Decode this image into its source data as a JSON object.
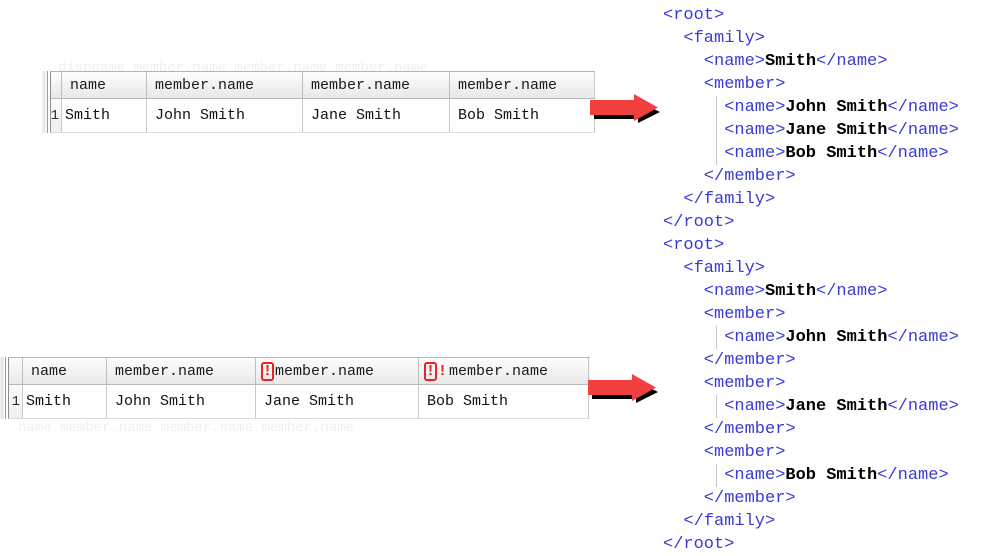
{
  "tables": [
    {
      "id": "result-grid-wrong",
      "columns": [
        "name",
        "member.name",
        "member.name",
        "member.name"
      ],
      "markers": [
        "none",
        "none",
        "none",
        "none"
      ],
      "rows": [
        {
          "num": "1",
          "cells": [
            "Smith",
            "John Smith",
            "Jane Smith",
            "Bob Smith"
          ]
        }
      ]
    },
    {
      "id": "result-grid-flagged",
      "columns": [
        "name",
        "member.name",
        "member.name",
        "member.name"
      ],
      "markers": [
        "none",
        "none",
        "single",
        "double"
      ],
      "marker_glyph": "!",
      "rows": [
        {
          "num": "1",
          "cells": [
            "Smith",
            "John Smith",
            "Jane Smith",
            "Bob Smith"
          ]
        }
      ]
    }
  ],
  "arrows": [
    {
      "name": "arrow-top",
      "color": "#f04040",
      "shadow": "#000000",
      "direction": "right"
    },
    {
      "name": "arrow-bottom",
      "color": "#f04040",
      "shadow": "#000000",
      "direction": "right"
    }
  ],
  "xml_blocks": [
    {
      "id": "xml-grouped",
      "lines": [
        {
          "indent": 0,
          "parts": [
            {
              "t": "tag",
              "v": "<root>"
            }
          ]
        },
        {
          "indent": 1,
          "parts": [
            {
              "t": "tag",
              "v": "<family>"
            }
          ]
        },
        {
          "indent": 2,
          "parts": [
            {
              "t": "tag",
              "v": "<name>"
            },
            {
              "t": "txt",
              "v": "Smith"
            },
            {
              "t": "tag",
              "v": "</name>"
            }
          ]
        },
        {
          "indent": 2,
          "parts": [
            {
              "t": "tag",
              "v": "<member>"
            }
          ]
        },
        {
          "indent": 3,
          "parts": [
            {
              "t": "tag",
              "v": "<name>"
            },
            {
              "t": "txt",
              "v": "John Smith"
            },
            {
              "t": "tag",
              "v": "</name>"
            }
          ]
        },
        {
          "indent": 3,
          "parts": [
            {
              "t": "tag",
              "v": "<name>"
            },
            {
              "t": "txt",
              "v": "Jane Smith"
            },
            {
              "t": "tag",
              "v": "</name>"
            }
          ]
        },
        {
          "indent": 3,
          "parts": [
            {
              "t": "tag",
              "v": "<name>"
            },
            {
              "t": "txt",
              "v": "Bob Smith"
            },
            {
              "t": "tag",
              "v": "</name>"
            }
          ]
        },
        {
          "indent": 2,
          "parts": [
            {
              "t": "tag",
              "v": "</member>"
            }
          ]
        },
        {
          "indent": 1,
          "parts": [
            {
              "t": "tag",
              "v": "</family>"
            }
          ]
        },
        {
          "indent": 0,
          "parts": [
            {
              "t": "tag",
              "v": "</root>"
            }
          ]
        }
      ],
      "guides": [
        {
          "from": 4,
          "to": 6,
          "indent": 3
        }
      ]
    },
    {
      "id": "xml-separate",
      "lines": [
        {
          "indent": 0,
          "parts": [
            {
              "t": "tag",
              "v": "<root>"
            }
          ]
        },
        {
          "indent": 1,
          "parts": [
            {
              "t": "tag",
              "v": "<family>"
            }
          ]
        },
        {
          "indent": 2,
          "parts": [
            {
              "t": "tag",
              "v": "<name>"
            },
            {
              "t": "txt",
              "v": "Smith"
            },
            {
              "t": "tag",
              "v": "</name>"
            }
          ]
        },
        {
          "indent": 2,
          "parts": [
            {
              "t": "tag",
              "v": "<member>"
            }
          ]
        },
        {
          "indent": 3,
          "parts": [
            {
              "t": "tag",
              "v": "<name>"
            },
            {
              "t": "txt",
              "v": "John Smith"
            },
            {
              "t": "tag",
              "v": "</name>"
            }
          ]
        },
        {
          "indent": 2,
          "parts": [
            {
              "t": "tag",
              "v": "</member>"
            }
          ]
        },
        {
          "indent": 2,
          "parts": [
            {
              "t": "tag",
              "v": "<member>"
            }
          ]
        },
        {
          "indent": 3,
          "parts": [
            {
              "t": "tag",
              "v": "<name>"
            },
            {
              "t": "txt",
              "v": "Jane Smith"
            },
            {
              "t": "tag",
              "v": "</name>"
            }
          ]
        },
        {
          "indent": 2,
          "parts": [
            {
              "t": "tag",
              "v": "</member>"
            }
          ]
        },
        {
          "indent": 2,
          "parts": [
            {
              "t": "tag",
              "v": "<member>"
            }
          ]
        },
        {
          "indent": 3,
          "parts": [
            {
              "t": "tag",
              "v": "<name>"
            },
            {
              "t": "txt",
              "v": "Bob Smith"
            },
            {
              "t": "tag",
              "v": "</name>"
            }
          ]
        },
        {
          "indent": 2,
          "parts": [
            {
              "t": "tag",
              "v": "</member>"
            }
          ]
        },
        {
          "indent": 1,
          "parts": [
            {
              "t": "tag",
              "v": "</family>"
            }
          ]
        },
        {
          "indent": 0,
          "parts": [
            {
              "t": "tag",
              "v": "</root>"
            }
          ]
        }
      ],
      "guides": [
        {
          "from": 4,
          "to": 4,
          "indent": 3
        },
        {
          "from": 7,
          "to": 7,
          "indent": 3
        },
        {
          "from": 10,
          "to": 10,
          "indent": 3
        }
      ]
    }
  ],
  "ghost_text": {
    "top": "dispname  member.name   member.name   member.name",
    "bottom": "name  member.name   member.name   member.name"
  },
  "colors": {
    "xml_tag": "#3a3ad4",
    "xml_text": "#000000",
    "marker_red": "#ee2020",
    "arrow_red": "#f04040",
    "grid_header": "#f2f2f2"
  }
}
